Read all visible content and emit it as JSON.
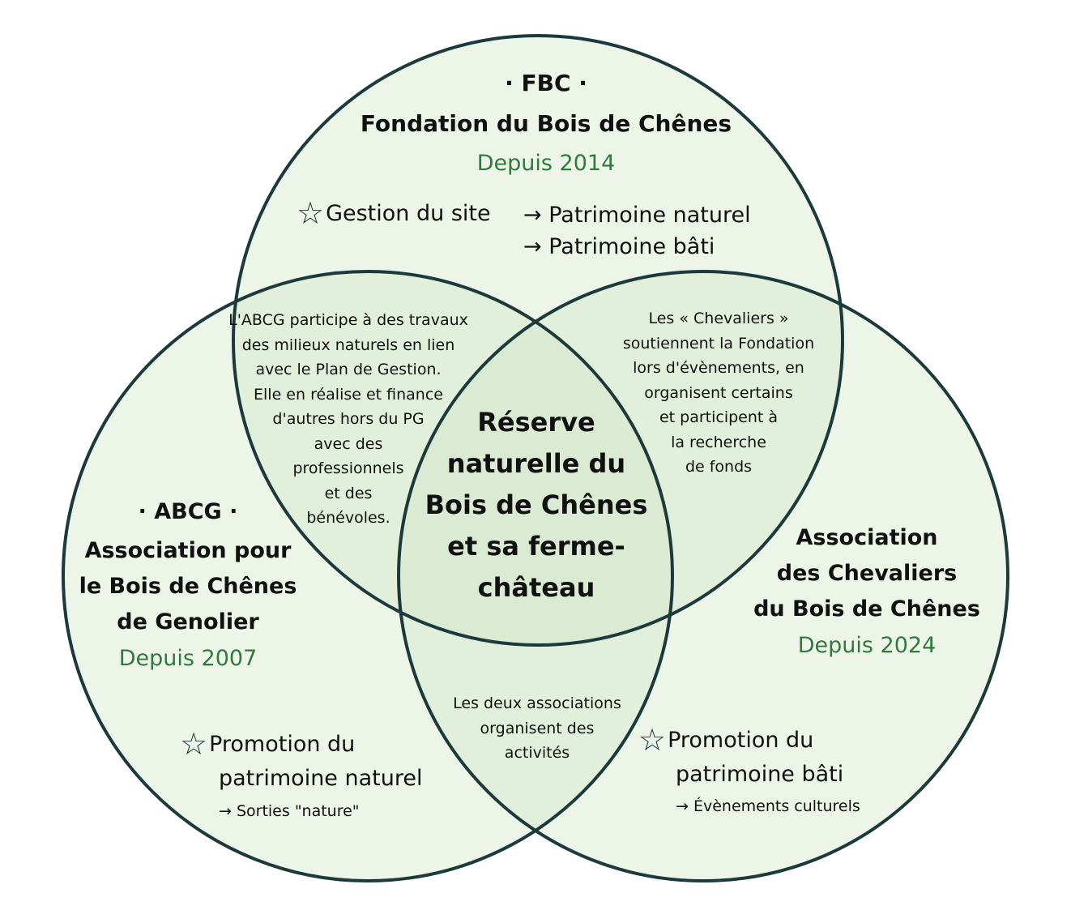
{
  "fbc": {
    "abbr": "· FBC ·",
    "name": "Fondation du Bois de Chênes",
    "since": "Depuis 2014",
    "role": "Gestion du site",
    "targets": [
      "→ Patrimoine naturel",
      "→ Patrimoine bâti"
    ]
  },
  "abcg": {
    "abbr": "· ABCG ·",
    "name_lines": [
      "Association pour",
      "le Bois de Chênes",
      "de Genolier"
    ],
    "since": "Depuis 2007",
    "role_lines": [
      "Promotion du",
      "patrimoine naturel"
    ],
    "activity": "→ Sorties \"nature\""
  },
  "chevaliers": {
    "name_lines": [
      "Association",
      "des Chevaliers",
      "du Bois de Chênes"
    ],
    "since": "Depuis 2024",
    "role_lines": [
      "Promotion du",
      "patrimoine bâti"
    ],
    "activity": "→ Évènements culturels"
  },
  "overlap_fbc_abcg": [
    "L'ABCG participe à des travaux",
    "des milieux naturels en lien",
    "avec le Plan de Gestion.",
    "Elle en réalise et finance",
    "d'autres hors du PG",
    "avec des",
    "professionnels",
    "et des",
    "bénévoles."
  ],
  "overlap_fbc_chevaliers": [
    "Les « Chevaliers »",
    "soutiennent la Fondation",
    "lors d'évènements, en",
    "organisent certains",
    "et participent à",
    "la recherche",
    "de fonds"
  ],
  "overlap_abcg_chevaliers": [
    "Les deux associations",
    "organisent des",
    "activités"
  ],
  "center": [
    "Réserve",
    "naturelle du",
    "Bois de Chênes",
    "et sa ferme-",
    "château"
  ],
  "icons": {
    "role": "star-outline-icon"
  },
  "colors": {
    "stroke": "#1c3a3c",
    "fill": "#cfe5c6",
    "accent_text": "#2f7a3c"
  }
}
